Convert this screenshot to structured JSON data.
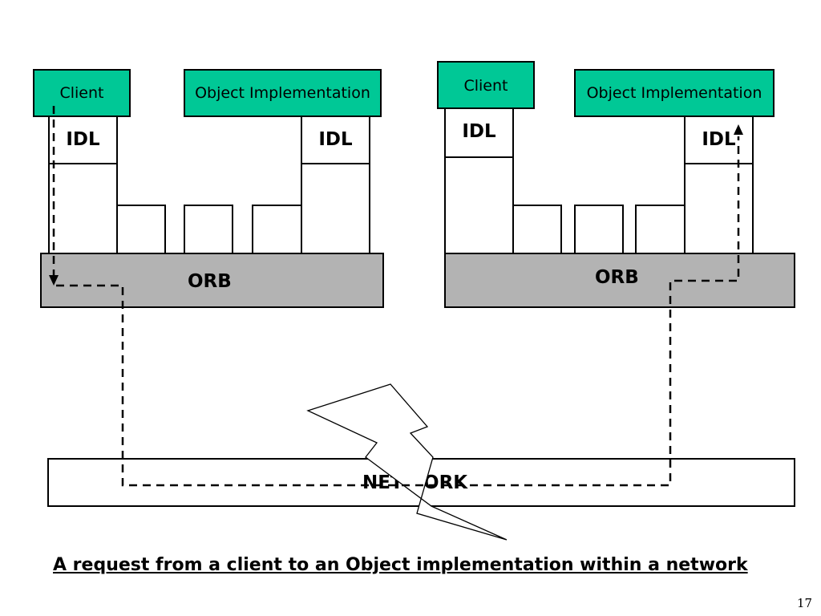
{
  "left": {
    "client_label": "Client",
    "object_label": "Object Implementation",
    "idl_client": "IDL",
    "idl_object": "IDL",
    "orb_label": "ORB"
  },
  "right": {
    "client_label": "Client",
    "object_label": "Object Implementation",
    "idl_client": "IDL",
    "idl_object": "IDL",
    "orb_label": "ORB"
  },
  "network_label": "NETWORK",
  "caption": "A request from a client to an Object implementation within a network",
  "page_number": "17"
}
